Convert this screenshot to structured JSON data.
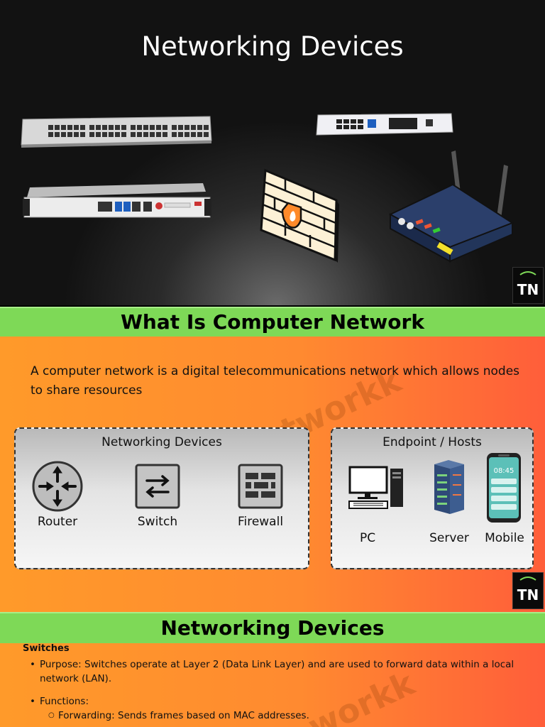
{
  "hero": {
    "title": "Networking Devices",
    "devices": [
      "rack-switch",
      "load-balancer-appliance",
      "branch-router",
      "firewall-wall",
      "wireless-router"
    ]
  },
  "section1": {
    "heading": "What Is Computer Network",
    "intro": "A computer network is a digital telecommunications network which allows nodes to share resources",
    "watermark": "tworkk",
    "networking_card": {
      "title": "Networking Devices",
      "items": [
        {
          "label": "Router",
          "icon": "router-icon"
        },
        {
          "label": "Switch",
          "icon": "switch-icon"
        },
        {
          "label": "Firewall",
          "icon": "firewall-icon"
        }
      ]
    },
    "endpoint_card": {
      "title": "Endpoint / Hosts",
      "items": [
        {
          "label": "PC",
          "icon": "pc-icon"
        },
        {
          "label": "Server",
          "icon": "server-icon"
        },
        {
          "label": "Mobile",
          "icon": "mobile-icon"
        }
      ],
      "mobile_time": "08:45"
    }
  },
  "section2": {
    "heading": "Networking Devices",
    "subheading": "Switches",
    "purpose": "Purpose: Switches operate at Layer 2 (Data Link Layer) and are used to forward data within a local network (LAN).",
    "functions_label": "Functions:",
    "functions": [
      "Forwarding: Sends frames based on MAC addresses."
    ],
    "watermark": "workk"
  },
  "logo": {
    "text": "TN"
  },
  "colors": {
    "band": "#7ed957",
    "orange": "#ff8a30",
    "red_orange": "#ff5e3a"
  }
}
